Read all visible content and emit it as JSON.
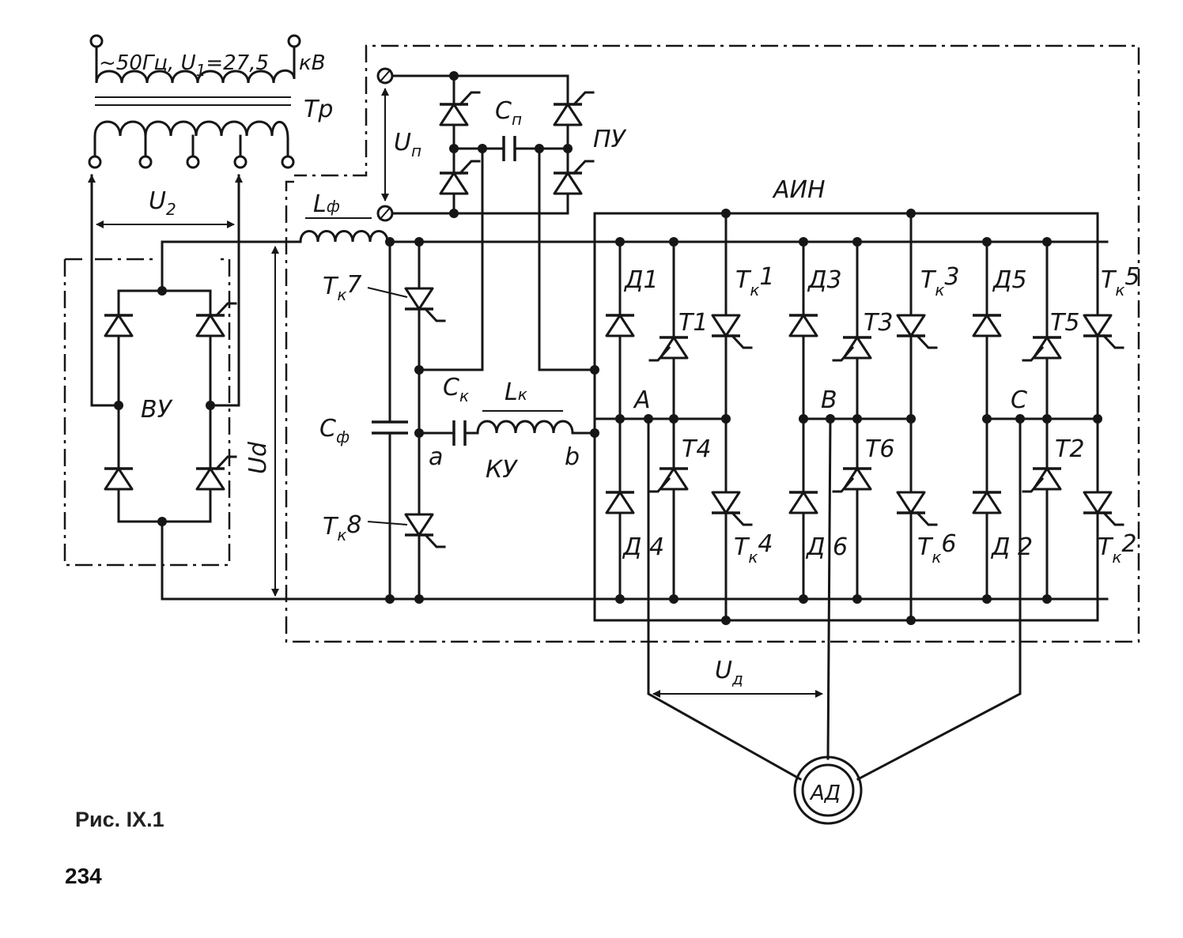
{
  "supply_label": "~50Гц, U",
  "supply_sub": "1",
  "supply_value": "=27,5",
  "supply_unit": "кВ",
  "transformer": "Тр",
  "secondary_voltage": {
    "main": "U",
    "sub": "2"
  },
  "rectifier": "ВУ",
  "dc_voltage": {
    "main": "U",
    "sub": "d"
  },
  "filter_inductor": {
    "main": "L",
    "sub": "ф"
  },
  "filter_capacitor": {
    "main": "C",
    "sub": "ф"
  },
  "charge_voltage": {
    "main": "U",
    "sub": "п"
  },
  "charge_capacitor": {
    "main": "C",
    "sub": "п"
  },
  "charge_unit": "ПУ",
  "commutation_capacitor": {
    "main": "C",
    "sub": "к"
  },
  "commutation_inductor": {
    "main": "L",
    "sub": "к"
  },
  "commutation_unit": "КУ",
  "node_a": "a",
  "node_b": "b",
  "thyristor_k7": {
    "main": "Т",
    "sub": "к",
    "num": "7"
  },
  "thyristor_k8": {
    "main": "Т",
    "sub": "к",
    "num": "8"
  },
  "inverter": "АИН",
  "phase_a": "A",
  "phase_b": "B",
  "phase_c": "C",
  "upper": {
    "d1": "Д1",
    "t1": "Т1",
    "tk1": {
      "main": "Т",
      "sub": "к",
      "num": "1"
    },
    "d3": "Д3",
    "t3": "Т3",
    "tk3": {
      "main": "Т",
      "sub": "к",
      "num": "3"
    },
    "d5": "Д5",
    "t5": "Т5",
    "tk5": {
      "main": "Т",
      "sub": "к",
      "num": "5"
    }
  },
  "lower": {
    "t4": "Т4",
    "t6": "Т6",
    "t2": "Т2",
    "d4": "Д 4",
    "d6": "Д 6",
    "d2": "Д 2",
    "tk4": {
      "main": "Т",
      "sub": "к",
      "num": "4"
    },
    "tk6": {
      "main": "Т",
      "sub": "к",
      "num": "6"
    },
    "tk2": {
      "main": "Т",
      "sub": "к",
      "num": "2"
    }
  },
  "motor_voltage": {
    "main": "U",
    "sub": "д"
  },
  "motor": "АД",
  "caption": "Рис. IX.1",
  "page_number": "234"
}
